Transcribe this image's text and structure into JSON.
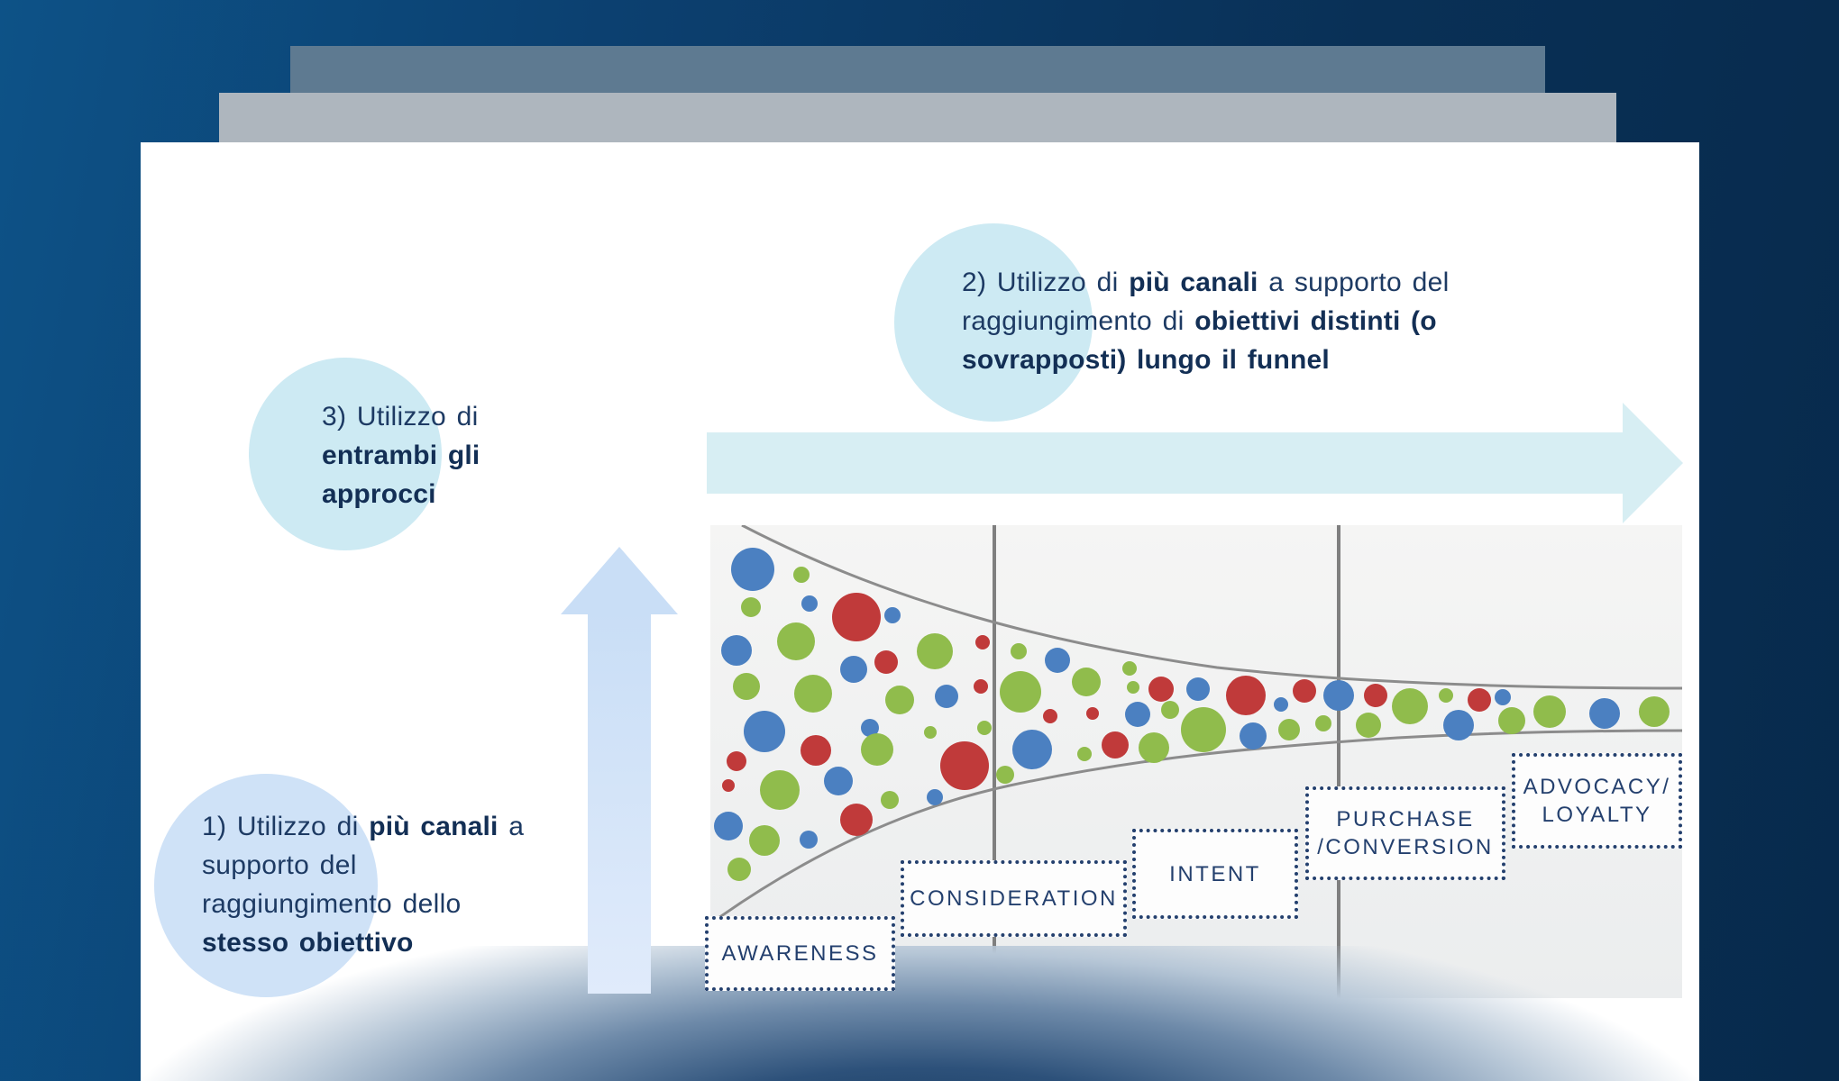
{
  "slide": {
    "annotations": {
      "block1": {
        "segments": [
          {
            "t": "1) Utilizzo di "
          },
          {
            "t": "più canali",
            "b": true
          },
          {
            "t": " a\nsupporto del\nraggiungimento dello\n"
          },
          {
            "t": "stesso obiettivo",
            "b": true
          }
        ]
      },
      "block2": {
        "segments": [
          {
            "t": "2) Utilizzo di "
          },
          {
            "t": "più canali",
            "b": true
          },
          {
            "t": " a supporto del\nraggiungimento di "
          },
          {
            "t": "obiettivi distinti (o\nsovrapposti) lungo il funnel",
            "b": true
          }
        ]
      },
      "block3": {
        "segments": [
          {
            "t": "3) Utilizzo di\n"
          },
          {
            "t": "entrambi gli\napprocci",
            "b": true
          }
        ]
      }
    },
    "funnel": {
      "stages": [
        {
          "id": "awareness",
          "text": "AWARENESS"
        },
        {
          "id": "consideration",
          "text": "CONSIDERATION"
        },
        {
          "id": "intent",
          "text": "INTENT"
        },
        {
          "id": "purchase",
          "text": "PURCHASE\n/CONVERSION"
        },
        {
          "id": "advocacy",
          "text": "ADVOCACY/\nLOYALTY"
        }
      ],
      "bubbles": [
        [
          835,
          632,
          24,
          "b"
        ],
        [
          889,
          638,
          9,
          "g"
        ],
        [
          833,
          674,
          11,
          "g"
        ],
        [
          898,
          670,
          9,
          "b"
        ],
        [
          950,
          685,
          27,
          "r"
        ],
        [
          990,
          683,
          9,
          "b"
        ],
        [
          883,
          712,
          21,
          "g"
        ],
        [
          817,
          722,
          17,
          "b"
        ],
        [
          947,
          743,
          15,
          "b"
        ],
        [
          983,
          735,
          13,
          "r"
        ],
        [
          1037,
          723,
          20,
          "g"
        ],
        [
          1090,
          713,
          8,
          "r"
        ],
        [
          828,
          762,
          15,
          "g"
        ],
        [
          902,
          770,
          21,
          "g"
        ],
        [
          998,
          777,
          16,
          "g"
        ],
        [
          1050,
          773,
          13,
          "b"
        ],
        [
          1088,
          762,
          8,
          "r"
        ],
        [
          848,
          812,
          23,
          "b"
        ],
        [
          905,
          833,
          17,
          "r"
        ],
        [
          965,
          808,
          10,
          "b"
        ],
        [
          973,
          832,
          18,
          "g"
        ],
        [
          1032,
          813,
          7,
          "g"
        ],
        [
          1092,
          808,
          8,
          "g"
        ],
        [
          817,
          845,
          11,
          "r"
        ],
        [
          1070,
          850,
          27,
          "r"
        ],
        [
          930,
          867,
          16,
          "b"
        ],
        [
          865,
          877,
          22,
          "g"
        ],
        [
          808,
          872,
          7,
          "r"
        ],
        [
          987,
          888,
          10,
          "g"
        ],
        [
          1037,
          885,
          9,
          "b"
        ],
        [
          950,
          910,
          18,
          "r"
        ],
        [
          808,
          917,
          16,
          "b"
        ],
        [
          848,
          933,
          17,
          "g"
        ],
        [
          897,
          932,
          10,
          "b"
        ],
        [
          820,
          965,
          13,
          "g"
        ],
        [
          1130,
          723,
          9,
          "g"
        ],
        [
          1173,
          733,
          14,
          "b"
        ],
        [
          1205,
          757,
          16,
          "g"
        ],
        [
          1132,
          768,
          23,
          "g"
        ],
        [
          1253,
          742,
          8,
          "g"
        ],
        [
          1257,
          763,
          7,
          "g"
        ],
        [
          1288,
          765,
          14,
          "r"
        ],
        [
          1165,
          795,
          8,
          "r"
        ],
        [
          1212,
          792,
          7,
          "r"
        ],
        [
          1262,
          793,
          14,
          "b"
        ],
        [
          1298,
          788,
          10,
          "g"
        ],
        [
          1329,
          765,
          13,
          "b"
        ],
        [
          1335,
          810,
          25,
          "g"
        ],
        [
          1382,
          772,
          22,
          "r"
        ],
        [
          1421,
          782,
          8,
          "b"
        ],
        [
          1447,
          767,
          13,
          "r"
        ],
        [
          1390,
          817,
          15,
          "b"
        ],
        [
          1430,
          810,
          12,
          "g"
        ],
        [
          1468,
          803,
          9,
          "g"
        ],
        [
          1145,
          832,
          22,
          "b"
        ],
        [
          1203,
          837,
          8,
          "g"
        ],
        [
          1237,
          827,
          15,
          "r"
        ],
        [
          1280,
          830,
          17,
          "g"
        ],
        [
          1115,
          860,
          10,
          "g"
        ],
        [
          1485,
          772,
          17,
          "b"
        ],
        [
          1526,
          772,
          13,
          "r"
        ],
        [
          1564,
          784,
          20,
          "g"
        ],
        [
          1604,
          772,
          8,
          "g"
        ],
        [
          1641,
          777,
          13,
          "r"
        ],
        [
          1667,
          774,
          9,
          "b"
        ],
        [
          1518,
          805,
          14,
          "g"
        ],
        [
          1618,
          805,
          17,
          "b"
        ],
        [
          1677,
          800,
          15,
          "g"
        ],
        [
          1719,
          790,
          18,
          "g"
        ],
        [
          1780,
          792,
          17,
          "b"
        ],
        [
          1835,
          790,
          17,
          "g"
        ]
      ]
    },
    "colors": {
      "bg_grad_start": "#0d5287",
      "bg_grad_mid": "#0c4070",
      "bg_grad_end": "#093056",
      "bg_grad_edge": "#072a4c",
      "deck_bar_back": "#5e7a91",
      "deck_bar_front": "#aeb6be",
      "slide_bg": "#ffffff",
      "accent_cyan": "#cdeaf3",
      "accent_blue": "#cfe2f7",
      "h_arrow": "#d7eef3",
      "v_arrow_top": "#c9def6",
      "v_arrow_bottom": "#e0ebfb",
      "text_navy": "#1d3a63",
      "text_navy_bold": "#132f55",
      "label_navy": "#24406e",
      "funnel_bg_top": "#f5f5f4",
      "funnel_bg_bottom": "#ebedee",
      "funnel_line": "#8c8c8c",
      "divider": "#7f7f7f",
      "bubble_blue": "#4b80c1",
      "bubble_green": "#90bc4c",
      "bubble_red": "#c03a3a",
      "vignette": "#103458"
    }
  }
}
